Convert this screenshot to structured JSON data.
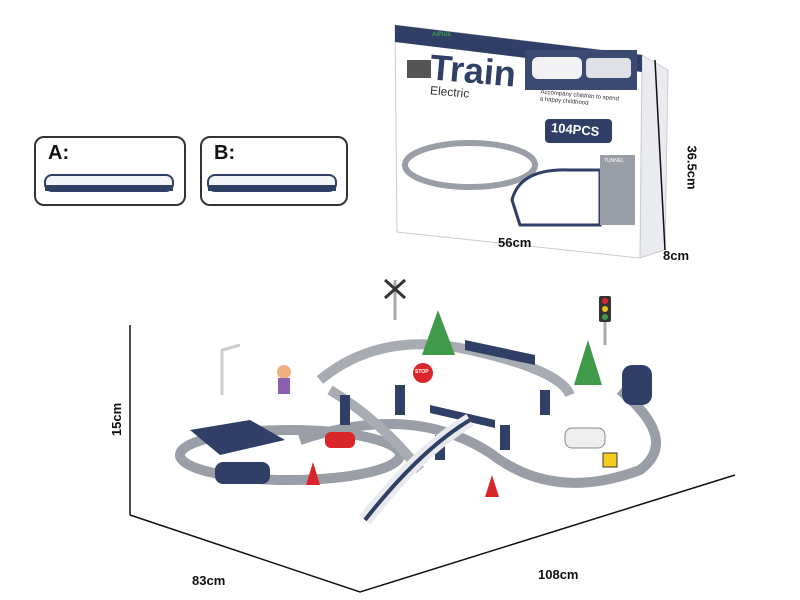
{
  "options": [
    {
      "label": "A:"
    },
    {
      "label": "B:"
    }
  ],
  "box": {
    "brand": "AiPlus",
    "title": "Train",
    "subtitle": "Electric",
    "tagline": "Accompany children to spend a happy childhood",
    "pieces": "104PCS",
    "tunnel": "TUNNEL"
  },
  "box_dimensions": {
    "width": "56cm",
    "height": "36.5cm",
    "depth": "8cm"
  },
  "set_dimensions": {
    "height": "15cm",
    "depth": "83cm",
    "width": "108cm"
  },
  "stop_sign": "STOP",
  "colors": {
    "navy": "#2f3f66",
    "track": "#9a9ea6",
    "red": "#d8262b",
    "green": "#3f9a4a"
  }
}
